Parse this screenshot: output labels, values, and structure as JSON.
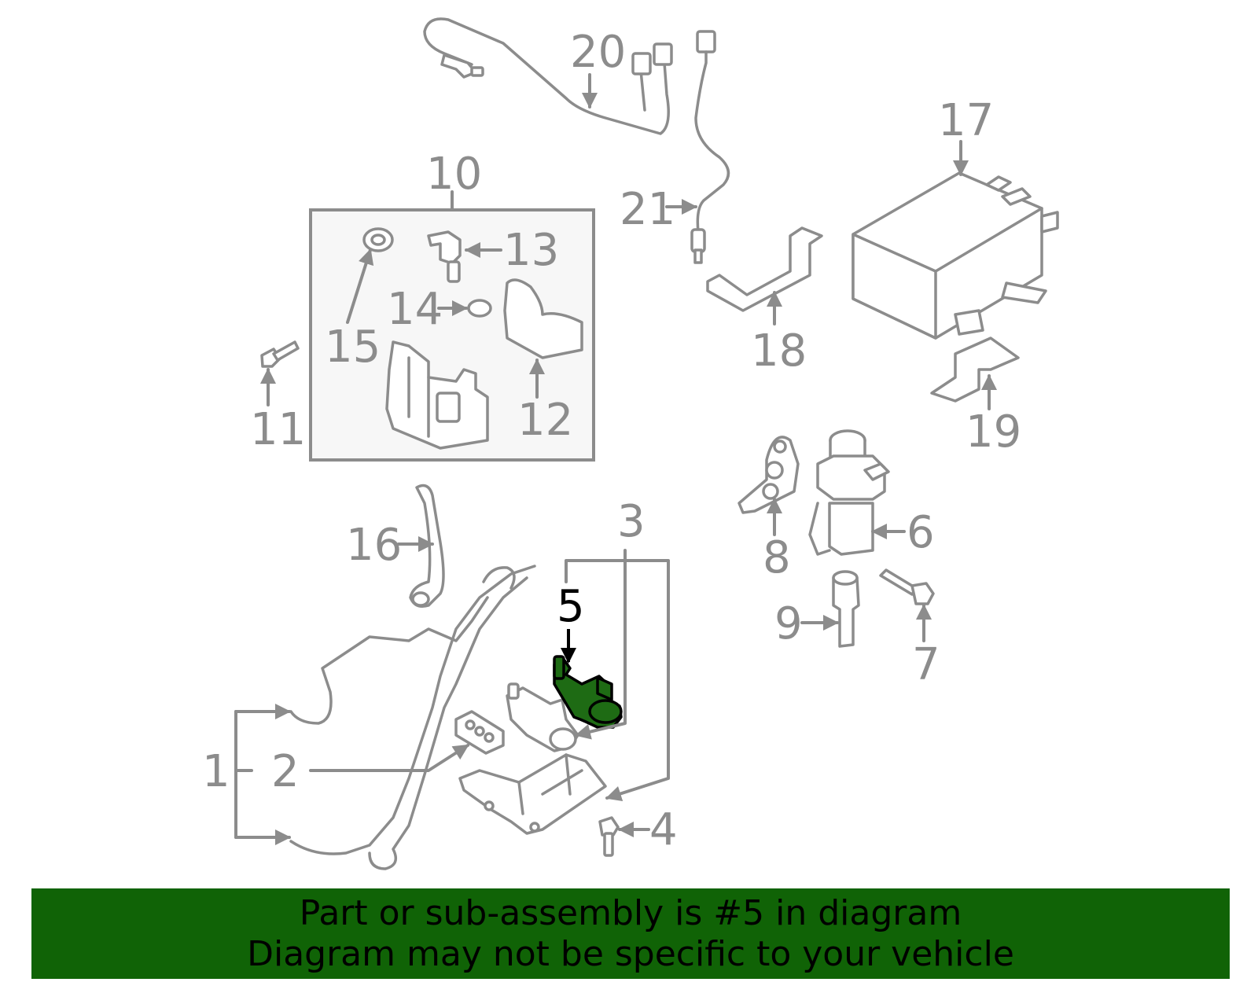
{
  "colors": {
    "line": "#8c8c8c",
    "highlight_fill": "#1e6b14",
    "banner_bg": "#106306",
    "background": "#ffffff"
  },
  "callouts": [
    "1",
    "2",
    "3",
    "4",
    "5",
    "6",
    "7",
    "8",
    "9",
    "10",
    "11",
    "12",
    "13",
    "14",
    "15",
    "16",
    "17",
    "18",
    "19",
    "20",
    "21"
  ],
  "highlighted_part": "5",
  "banner": {
    "line1": "Part or sub-assembly is #5 in diagram",
    "line2": "Diagram may not be specific to your vehicle"
  }
}
